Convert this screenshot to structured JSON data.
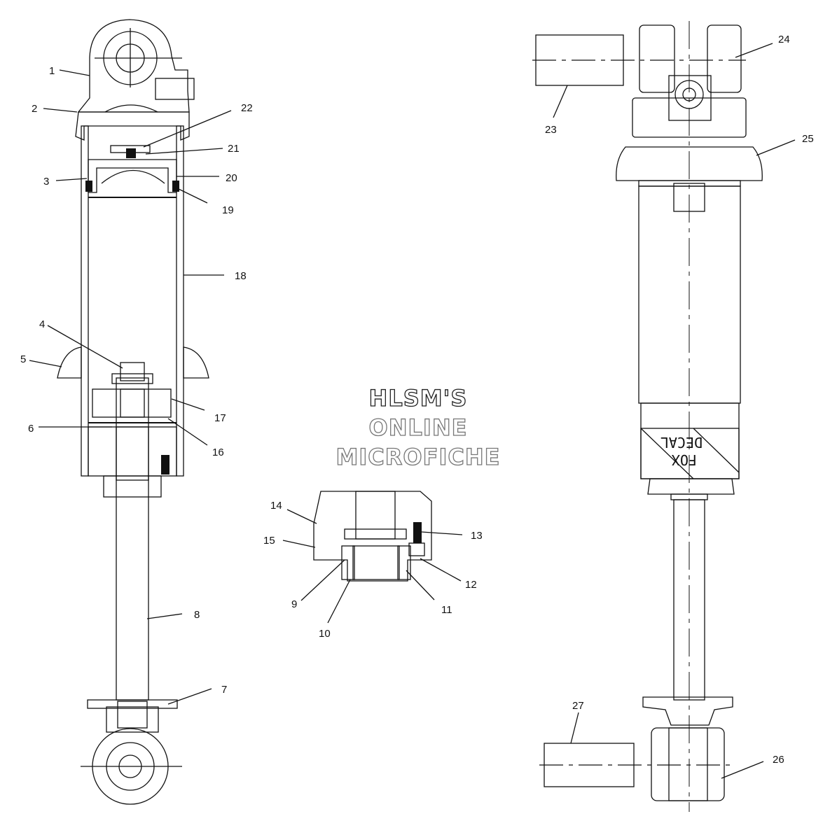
{
  "watermark": {
    "line1": "HLSM'S",
    "line2": "ONLINE",
    "line3": "MICROFICHE"
  },
  "decal": {
    "line1": "FOX",
    "line2": "DECAL"
  },
  "callouts": [
    {
      "id": "c1",
      "label": "1"
    },
    {
      "id": "c2",
      "label": "2"
    },
    {
      "id": "c3",
      "label": "3"
    },
    {
      "id": "c4",
      "label": "4"
    },
    {
      "id": "c5",
      "label": "5"
    },
    {
      "id": "c6",
      "label": "6"
    },
    {
      "id": "c7",
      "label": "7"
    },
    {
      "id": "c8",
      "label": "8"
    },
    {
      "id": "c9",
      "label": "9"
    },
    {
      "id": "c10",
      "label": "10"
    },
    {
      "id": "c11",
      "label": "11"
    },
    {
      "id": "c12",
      "label": "12"
    },
    {
      "id": "c13",
      "label": "13"
    },
    {
      "id": "c14",
      "label": "14"
    },
    {
      "id": "c15",
      "label": "15"
    },
    {
      "id": "c16",
      "label": "16"
    },
    {
      "id": "c17",
      "label": "17"
    },
    {
      "id": "c18",
      "label": "18"
    },
    {
      "id": "c19",
      "label": "19"
    },
    {
      "id": "c20",
      "label": "20"
    },
    {
      "id": "c21",
      "label": "21"
    },
    {
      "id": "c22",
      "label": "22"
    },
    {
      "id": "c23",
      "label": "23"
    },
    {
      "id": "c24",
      "label": "24"
    },
    {
      "id": "c25",
      "label": "25"
    },
    {
      "id": "c26",
      "label": "26"
    },
    {
      "id": "c27",
      "label": "27"
    }
  ]
}
